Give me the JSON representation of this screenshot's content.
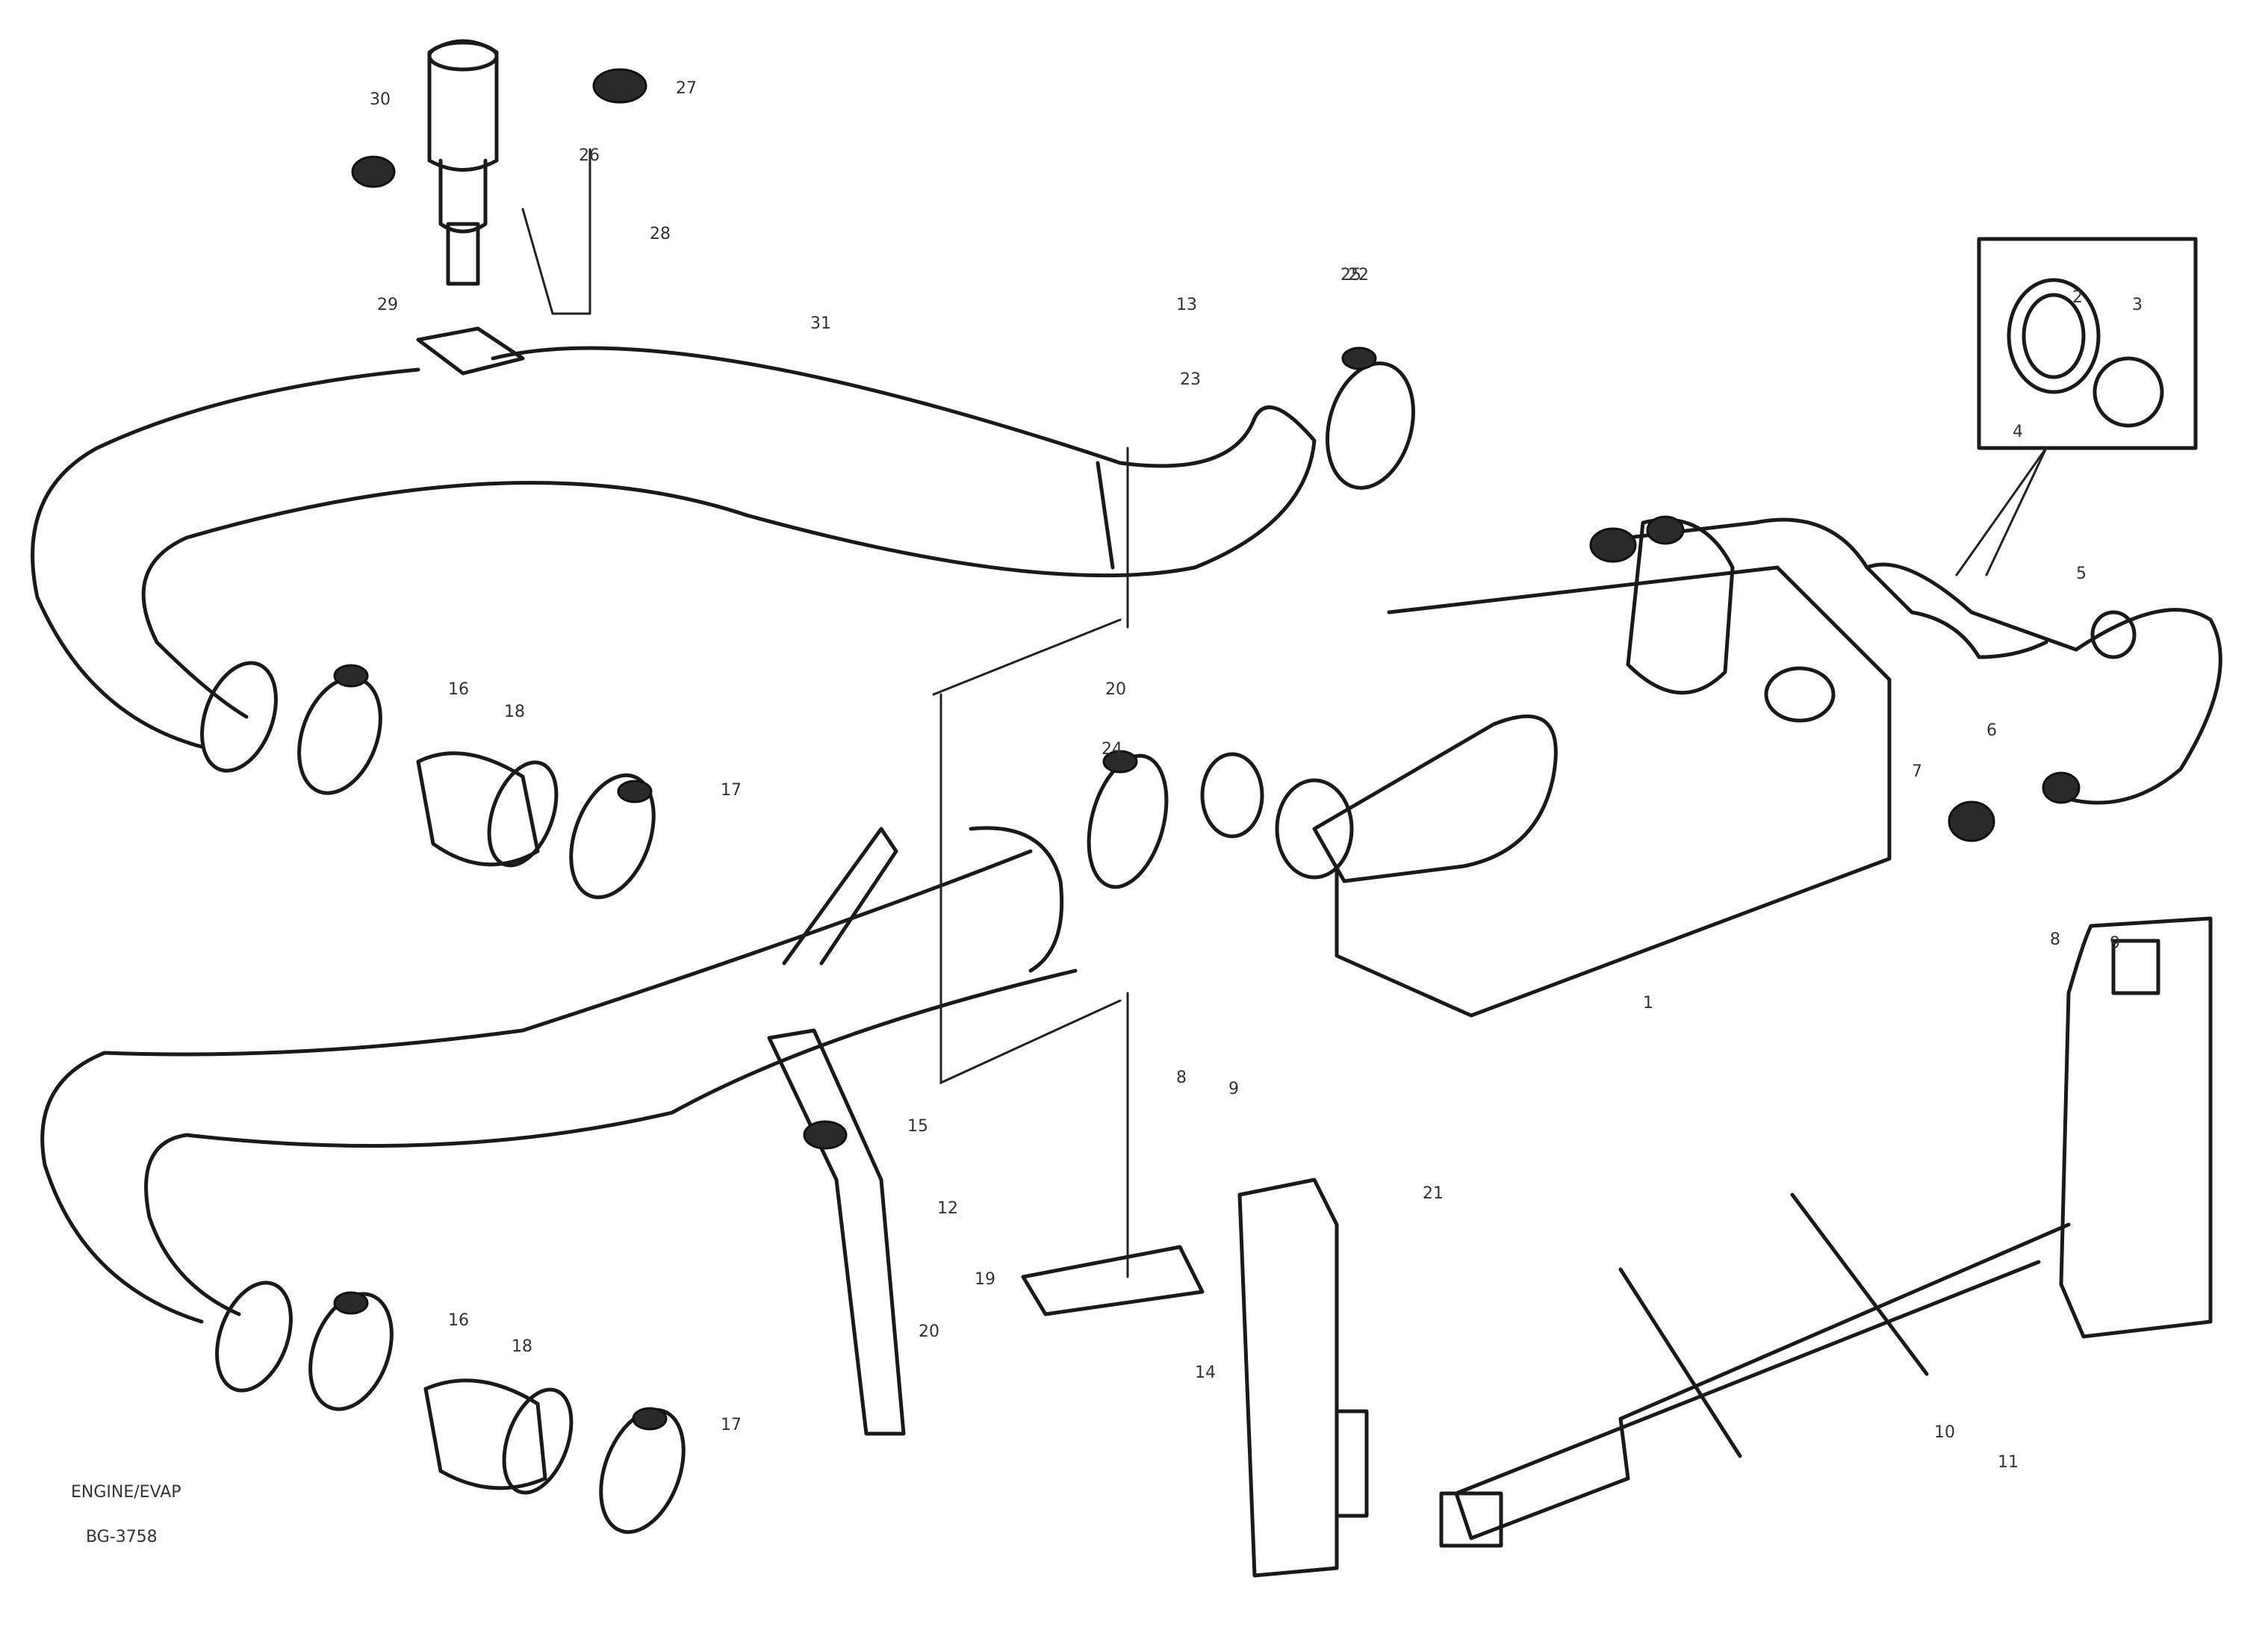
{
  "callouts": [
    {
      "id": "c0",
      "label": "27"
    },
    {
      "id": "c1",
      "label": "30"
    },
    {
      "id": "c2",
      "label": "26"
    },
    {
      "id": "c3",
      "label": "28"
    },
    {
      "id": "c4",
      "label": "29"
    },
    {
      "id": "c5",
      "label": "31"
    },
    {
      "id": "c6",
      "label": "13"
    },
    {
      "id": "c7",
      "label": "23"
    },
    {
      "id": "c8",
      "label": "22"
    },
    {
      "id": "c9",
      "label": "20"
    },
    {
      "id": "c10",
      "label": "16"
    },
    {
      "id": "c11",
      "label": "18"
    },
    {
      "id": "c12",
      "label": "17"
    },
    {
      "id": "c13",
      "label": "20"
    },
    {
      "id": "c14",
      "label": "15"
    },
    {
      "id": "c15",
      "label": "21"
    },
    {
      "id": "c16",
      "label": "12"
    },
    {
      "id": "c17",
      "label": "16"
    },
    {
      "id": "c18",
      "label": "18"
    },
    {
      "id": "c19",
      "label": "17"
    },
    {
      "id": "c20",
      "label": "1"
    },
    {
      "id": "c21",
      "label": "2"
    },
    {
      "id": "c22",
      "label": "3"
    },
    {
      "id": "c23",
      "label": "4"
    },
    {
      "id": "c24",
      "label": "5"
    },
    {
      "id": "c25",
      "label": "6"
    },
    {
      "id": "c26",
      "label": "7"
    },
    {
      "id": "c27",
      "label": "8"
    },
    {
      "id": "c28",
      "label": "9"
    },
    {
      "id": "c29",
      "label": "10"
    },
    {
      "id": "c30",
      "label": "11"
    },
    {
      "id": "c31",
      "label": "14"
    },
    {
      "id": "c32",
      "label": "19"
    },
    {
      "id": "c33",
      "label": "24"
    },
    {
      "id": "c34",
      "label": "25"
    },
    {
      "id": "c35",
      "label": "8"
    },
    {
      "id": "c36",
      "label": "9"
    }
  ],
  "reference": {
    "line1": "ENGINE/EVAP",
    "line2": "",
    "code": "BG-3758"
  }
}
